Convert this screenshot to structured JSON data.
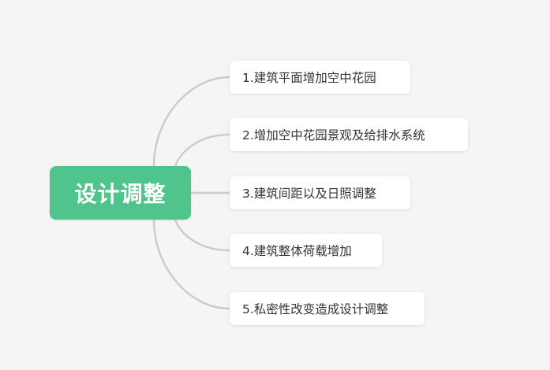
{
  "mindmap": {
    "root": {
      "label": "设计调整",
      "color": "#4fc48c"
    },
    "branches": [
      {
        "label": "1.建筑平面增加空中花园"
      },
      {
        "label": "2.增加空中花园景观及给排水系统"
      },
      {
        "label": "3.建筑间距以及日照调整"
      },
      {
        "label": "4.建筑整体荷载增加"
      },
      {
        "label": "5.私密性改变造成设计调整"
      }
    ],
    "connector_color": "#cccccc"
  }
}
